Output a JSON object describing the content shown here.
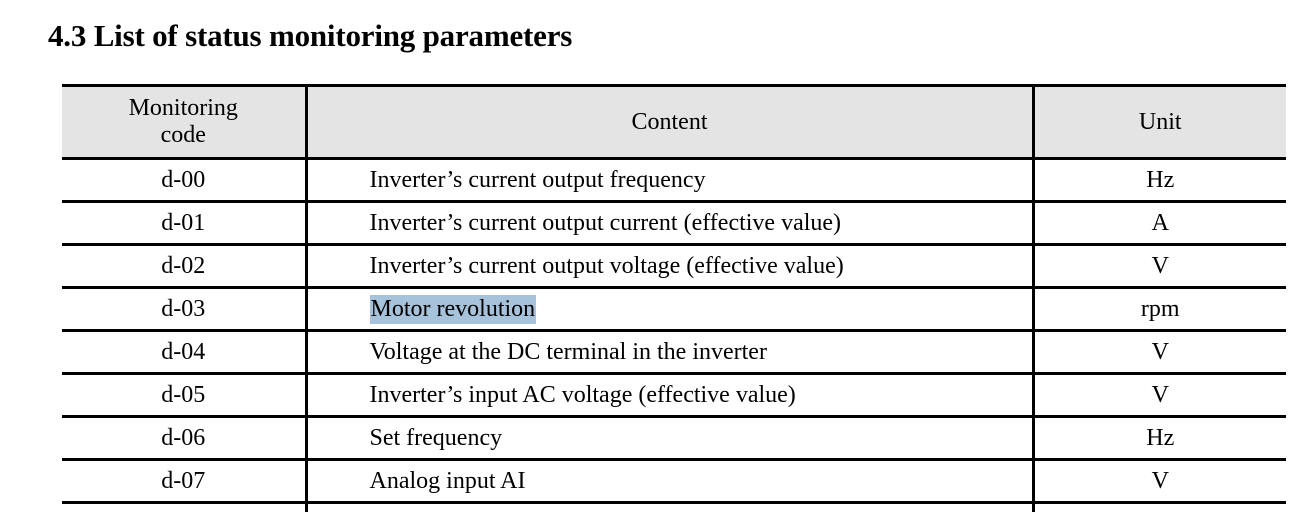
{
  "page_title": "4.3 List of status monitoring parameters",
  "colors": {
    "header_background": "#e4e4e4",
    "highlight": "#a7c3dc",
    "rule": "#000000",
    "page_background": "#ffffff"
  },
  "table": {
    "headers": {
      "code": "Monitoring code",
      "code_line1": "Monitoring",
      "code_line2": "code",
      "content": "Content",
      "unit": "Unit"
    },
    "rows": [
      {
        "code": "d-00",
        "content": "Inverter’s current output frequency",
        "unit": "Hz",
        "highlighted": false
      },
      {
        "code": "d-01",
        "content": "Inverter’s current output current (effective value)",
        "unit": "A",
        "highlighted": false
      },
      {
        "code": "d-02",
        "content": "Inverter’s current output voltage (effective value)",
        "unit": "V",
        "highlighted": false
      },
      {
        "code": "d-03",
        "content": "Motor revolution",
        "unit": "rpm",
        "highlighted": true
      },
      {
        "code": "d-04",
        "content": "Voltage at the DC terminal in the inverter",
        "unit": "V",
        "highlighted": false
      },
      {
        "code": "d-05",
        "content": "Inverter’s input AC voltage (effective value)",
        "unit": "V",
        "highlighted": false
      },
      {
        "code": "d-06",
        "content": "Set frequency",
        "unit": "Hz",
        "highlighted": false
      },
      {
        "code": "d-07",
        "content": "Analog input AI",
        "unit": "V",
        "highlighted": false
      }
    ]
  }
}
